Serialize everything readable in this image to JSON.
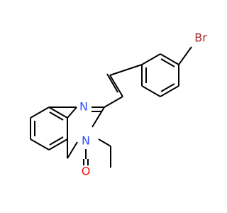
{
  "colors": {
    "bond": "#000000",
    "carbon": "#000000",
    "nitrogen": "#3050F8",
    "oxygen": "#FF0D0D",
    "bromine": "#A62929",
    "background": "#FFFFFF"
  },
  "atoms": {
    "n1": {
      "element": "N",
      "label": "N"
    },
    "n3": {
      "element": "N",
      "label": "N"
    },
    "o4": {
      "element": "O",
      "label": "O"
    },
    "br": {
      "element": "Br",
      "label": "Br"
    }
  }
}
